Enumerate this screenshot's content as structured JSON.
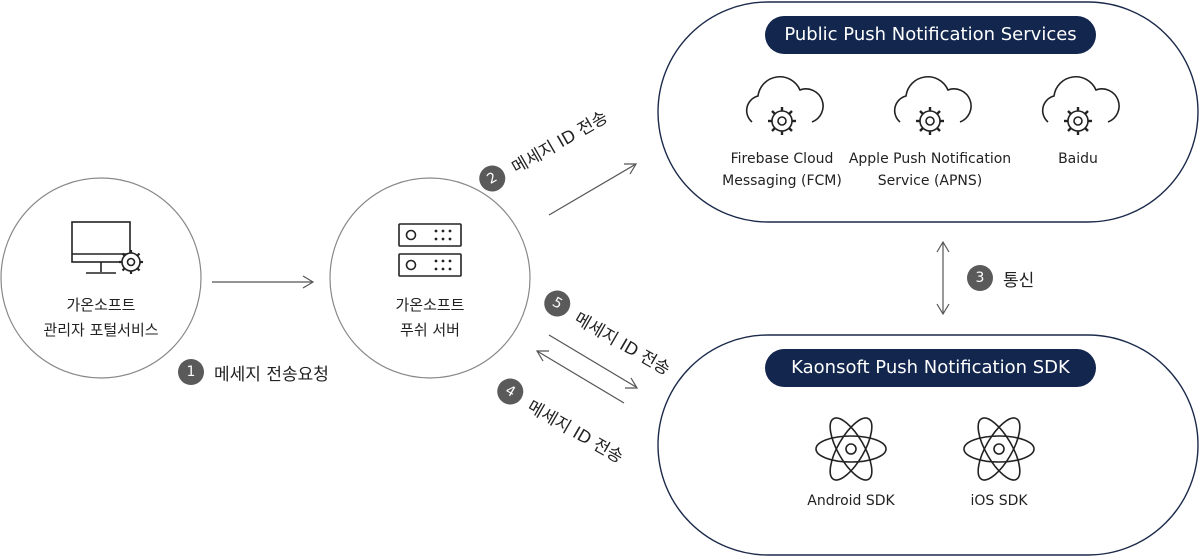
{
  "nodes": {
    "portal": {
      "line1": "가온소프트",
      "line2": "관리자 포털서비스"
    },
    "server": {
      "line1": "가온소프트",
      "line2": "푸쉬 서버"
    }
  },
  "public_services": {
    "title": "Public Push Notification Services",
    "items": [
      {
        "line1": "Firebase Cloud",
        "line2": "Messaging (FCM)"
      },
      {
        "line1": "Apple Push Notification",
        "line2": "Service (APNS)"
      },
      {
        "line1": "Baidu",
        "line2": ""
      }
    ]
  },
  "sdk": {
    "title": "Kaonsoft Push Notification SDK",
    "items": [
      "Android SDK",
      "iOS SDK"
    ]
  },
  "steps": [
    {
      "num": "1",
      "text": "메세지 전송요청"
    },
    {
      "num": "2",
      "text": "메세지 ID 전송"
    },
    {
      "num": "3",
      "text": "통신"
    },
    {
      "num": "4",
      "text": "메세지 ID 전송"
    },
    {
      "num": "5",
      "text": "메세지 ID 전송"
    }
  ],
  "colors": {
    "pill": "#12264e",
    "badge": "#5a5a5a",
    "outline": "#1b2a4a",
    "line": "#555555"
  }
}
